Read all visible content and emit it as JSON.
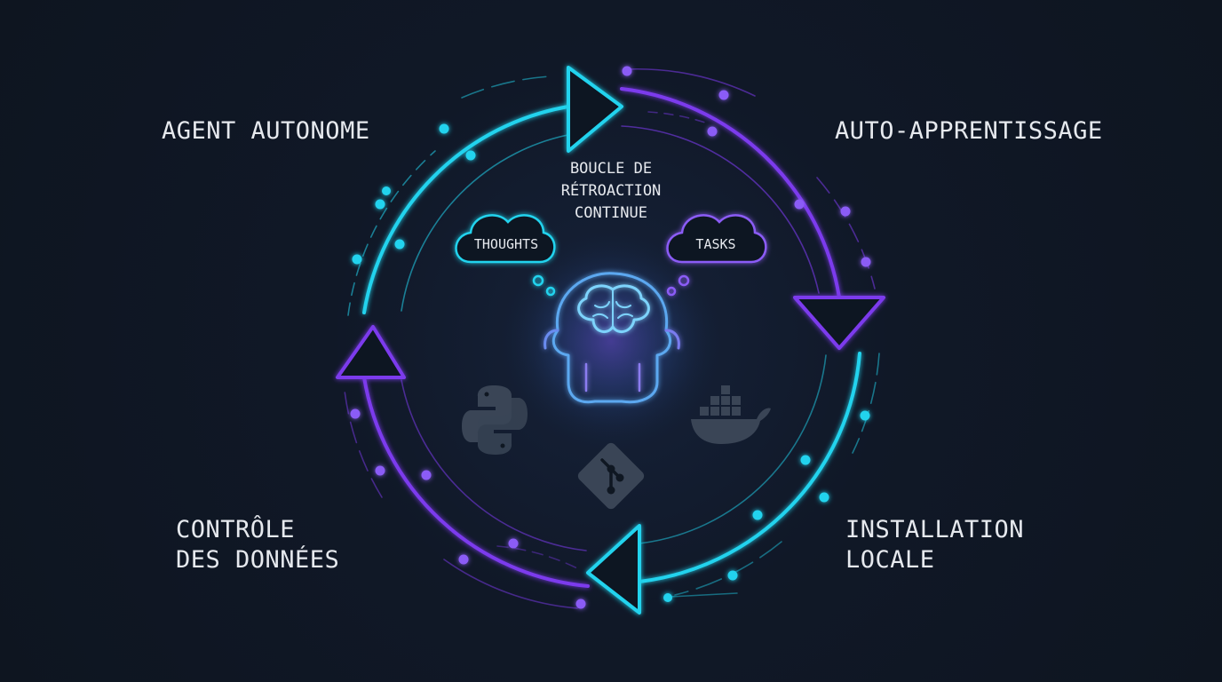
{
  "diagram": {
    "corner_labels": {
      "top_left": "AGENT AUTONOME",
      "top_right": "AUTO-APPRENTISSAGE",
      "bottom_left_line1": "CONTRÔLE",
      "bottom_left_line2": "DES DONNÉES",
      "bottom_right_line1": "INSTALLATION",
      "bottom_right_line2": "LOCALE"
    },
    "center_title": {
      "line1": "BOUCLE DE",
      "line2": "RÉTROACTION",
      "line3": "CONTINUE"
    },
    "thought_bubbles": {
      "left": "THOUGHTS",
      "right": "TASKS"
    },
    "icons": [
      "brain-head-icon",
      "python-icon",
      "git-icon",
      "docker-icon"
    ],
    "colors": {
      "background": "#0f1722",
      "cyan": "#22d3ee",
      "purple": "#7c3aed",
      "text": "#e6e9ee",
      "icon_gray": "#3a4556"
    }
  }
}
